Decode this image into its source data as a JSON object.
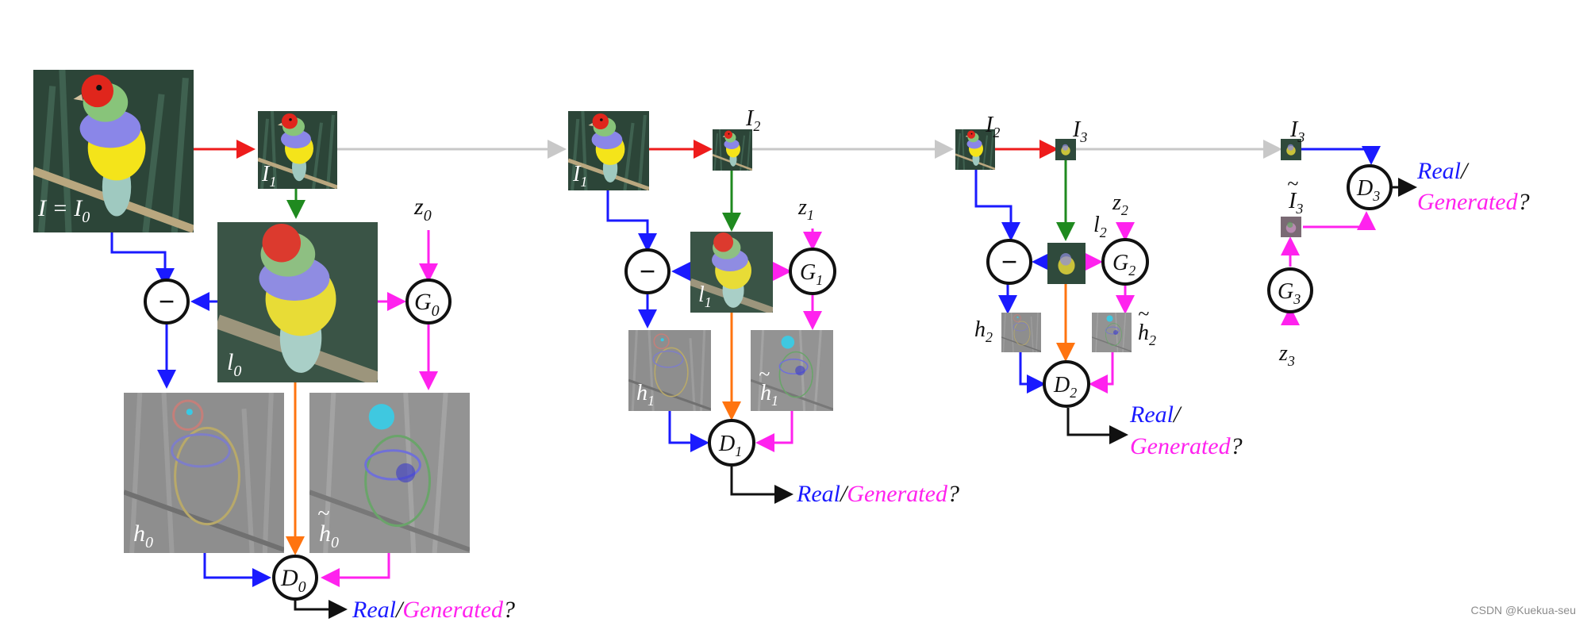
{
  "colors": {
    "blue": "#1a1aff",
    "magenta": "#ff22ee",
    "red": "#ee1c1c",
    "green": "#1f8a1f",
    "orange": "#ff7410",
    "gray": "#c8c8c8",
    "black": "#111111"
  },
  "labels": {
    "i0": "I = I",
    "i0_sub": "0",
    "i1_sub": "1",
    "i2_sub": "2",
    "i3_sub": "3",
    "letter_i": "I",
    "letter_l": "l",
    "letter_h": "h",
    "letter_z": "z",
    "letter_g": "G",
    "letter_d": "D",
    "tilde": "~",
    "minus": "−",
    "real": "Real",
    "slash": "/",
    "generated": "Generated",
    "question": "?"
  },
  "watermark": "CSDN @Kuekua-seu"
}
